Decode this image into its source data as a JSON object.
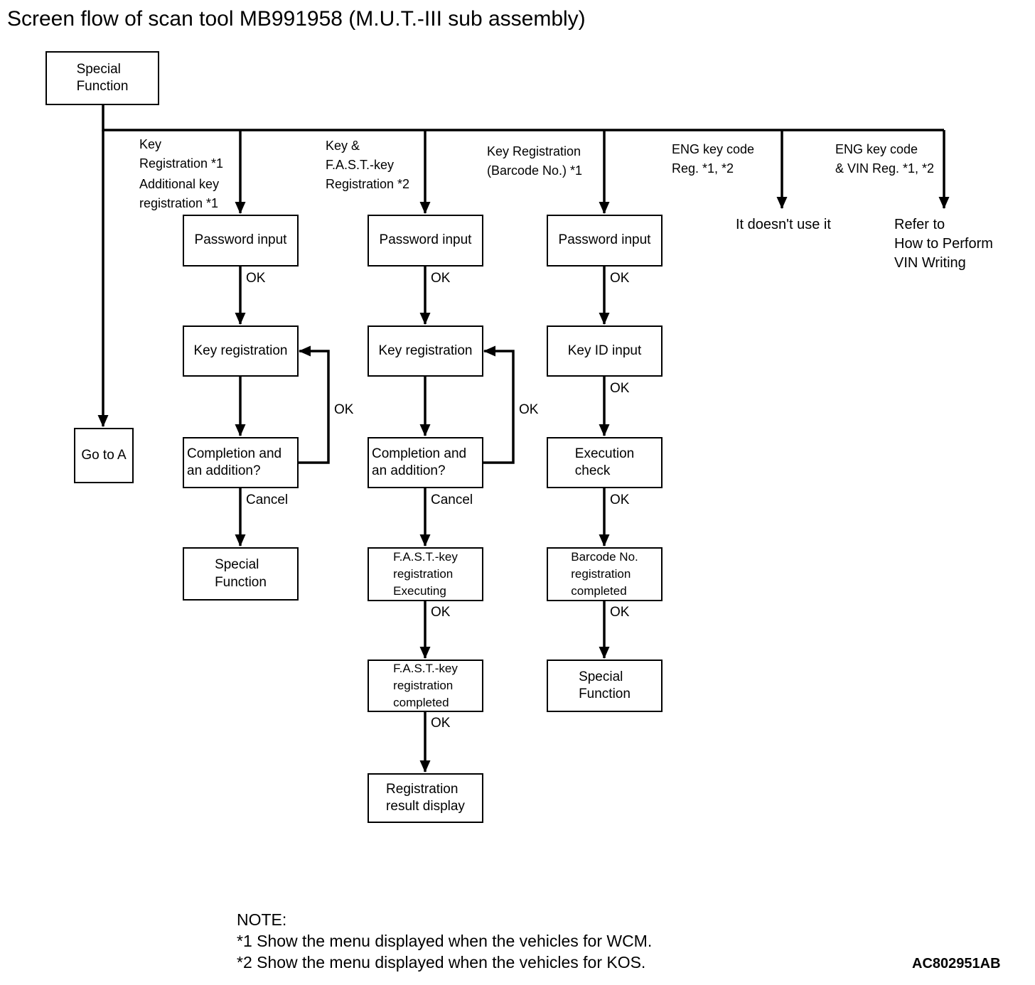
{
  "title": "Screen flow of scan tool MB991958 (M.U.T.-III sub assembly)",
  "diagram_code": "AC802951AB",
  "labels": {
    "ok": "OK",
    "cancel": "Cancel"
  },
  "nodes": {
    "root": "Special\nFunction",
    "goto_a": "Go to A",
    "col1": {
      "password": "Password input",
      "key_registration": "Key registration",
      "completion": "Completion and\nan addition?",
      "special_function": "Special\nFunction"
    },
    "col2": {
      "password": "Password input",
      "key_registration": "Key registration",
      "completion": "Completion and\nan addition?",
      "fast_executing": "F.A.S.T.-key\nregistration\nExecuting",
      "fast_completed": "F.A.S.T.-key\nregistration\ncompleted",
      "result_display": "Registration\nresult display"
    },
    "col3": {
      "password": "Password input",
      "key_id": "Key ID input",
      "execution_check": "Execution\ncheck",
      "barcode_completed": "Barcode No.\nregistration\ncompleted",
      "special_function": "Special\nFunction"
    }
  },
  "branches": {
    "key_registration": {
      "line1": "Key\nRegistration *1",
      "line2": "Additional key\nregistration *1"
    },
    "fast_key": {
      "label": "Key &\nF.A.S.T.-key\nRegistration *2"
    },
    "barcode": {
      "label": "Key Registration\n(Barcode No.) *1"
    },
    "eng_key_code": {
      "label": "ENG key code\nReg. *1, *2",
      "terminal": "It doesn't use it"
    },
    "eng_vin": {
      "label": "ENG key code\n& VIN Reg. *1, *2",
      "terminal": "Refer to\nHow to Perform\nVIN Writing"
    }
  },
  "note": {
    "heading": "NOTE:",
    "line1": "*1 Show the menu displayed when the vehicles for WCM.",
    "line2": "*2 Show the menu displayed when the vehicles for KOS."
  }
}
